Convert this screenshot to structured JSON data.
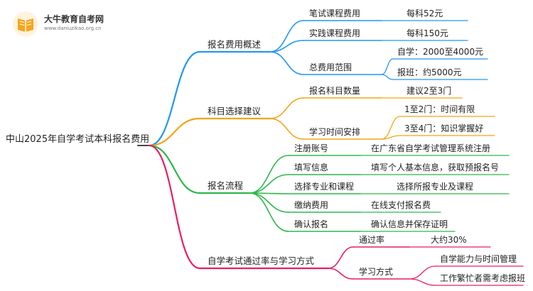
{
  "logo": {
    "title": "大牛教育自考网",
    "url": "www.daniuzikao.org.cn"
  },
  "mindmap": {
    "root": "中山2025年自学考试本科报名费用",
    "branches": [
      {
        "label": "报名费用概述",
        "color": "#2196F3",
        "children": [
          {
            "label": "笔试课程费用",
            "children": [
              {
                "label": "每科52元"
              }
            ]
          },
          {
            "label": "实践课程费用",
            "children": [
              {
                "label": "每科150元"
              }
            ]
          },
          {
            "label": "总费用范围",
            "children": [
              {
                "label": "自学：2000至4000元"
              },
              {
                "label": "报班：约5000元"
              }
            ]
          }
        ]
      },
      {
        "label": "科目选择建议",
        "color": "#F2A516",
        "children": [
          {
            "label": "报名科目数量",
            "children": [
              {
                "label": "建议2至3门"
              }
            ]
          },
          {
            "label": "学习时间安排",
            "children": [
              {
                "label": "1至2门：时间有限"
              },
              {
                "label": "3至4门：知识掌握好"
              }
            ]
          }
        ]
      },
      {
        "label": "报名流程",
        "color": "#2DB84B",
        "children": [
          {
            "label": "注册账号",
            "children": [
              {
                "label": "在广东省自学考试管理系统注册"
              }
            ]
          },
          {
            "label": "填写信息",
            "children": [
              {
                "label": "填写个人基本信息，获取预报名号"
              }
            ]
          },
          {
            "label": "选择专业和课程",
            "children": [
              {
                "label": "选择所报专业及课程"
              }
            ]
          },
          {
            "label": "缴纳费用",
            "children": [
              {
                "label": "在线支付报名费"
              }
            ]
          },
          {
            "label": "确认报名",
            "children": [
              {
                "label": "确认信息并保存证明"
              }
            ]
          }
        ]
      },
      {
        "label": "自学考试通过率与学习方式",
        "color": "#E91E63",
        "children": [
          {
            "label": "通过率",
            "children": [
              {
                "label": "大约30%"
              }
            ]
          },
          {
            "label": "学习方式",
            "children": [
              {
                "label": "自学能力与时间管理"
              },
              {
                "label": "工作繁忙者需考虑报班"
              }
            ]
          }
        ]
      }
    ]
  }
}
